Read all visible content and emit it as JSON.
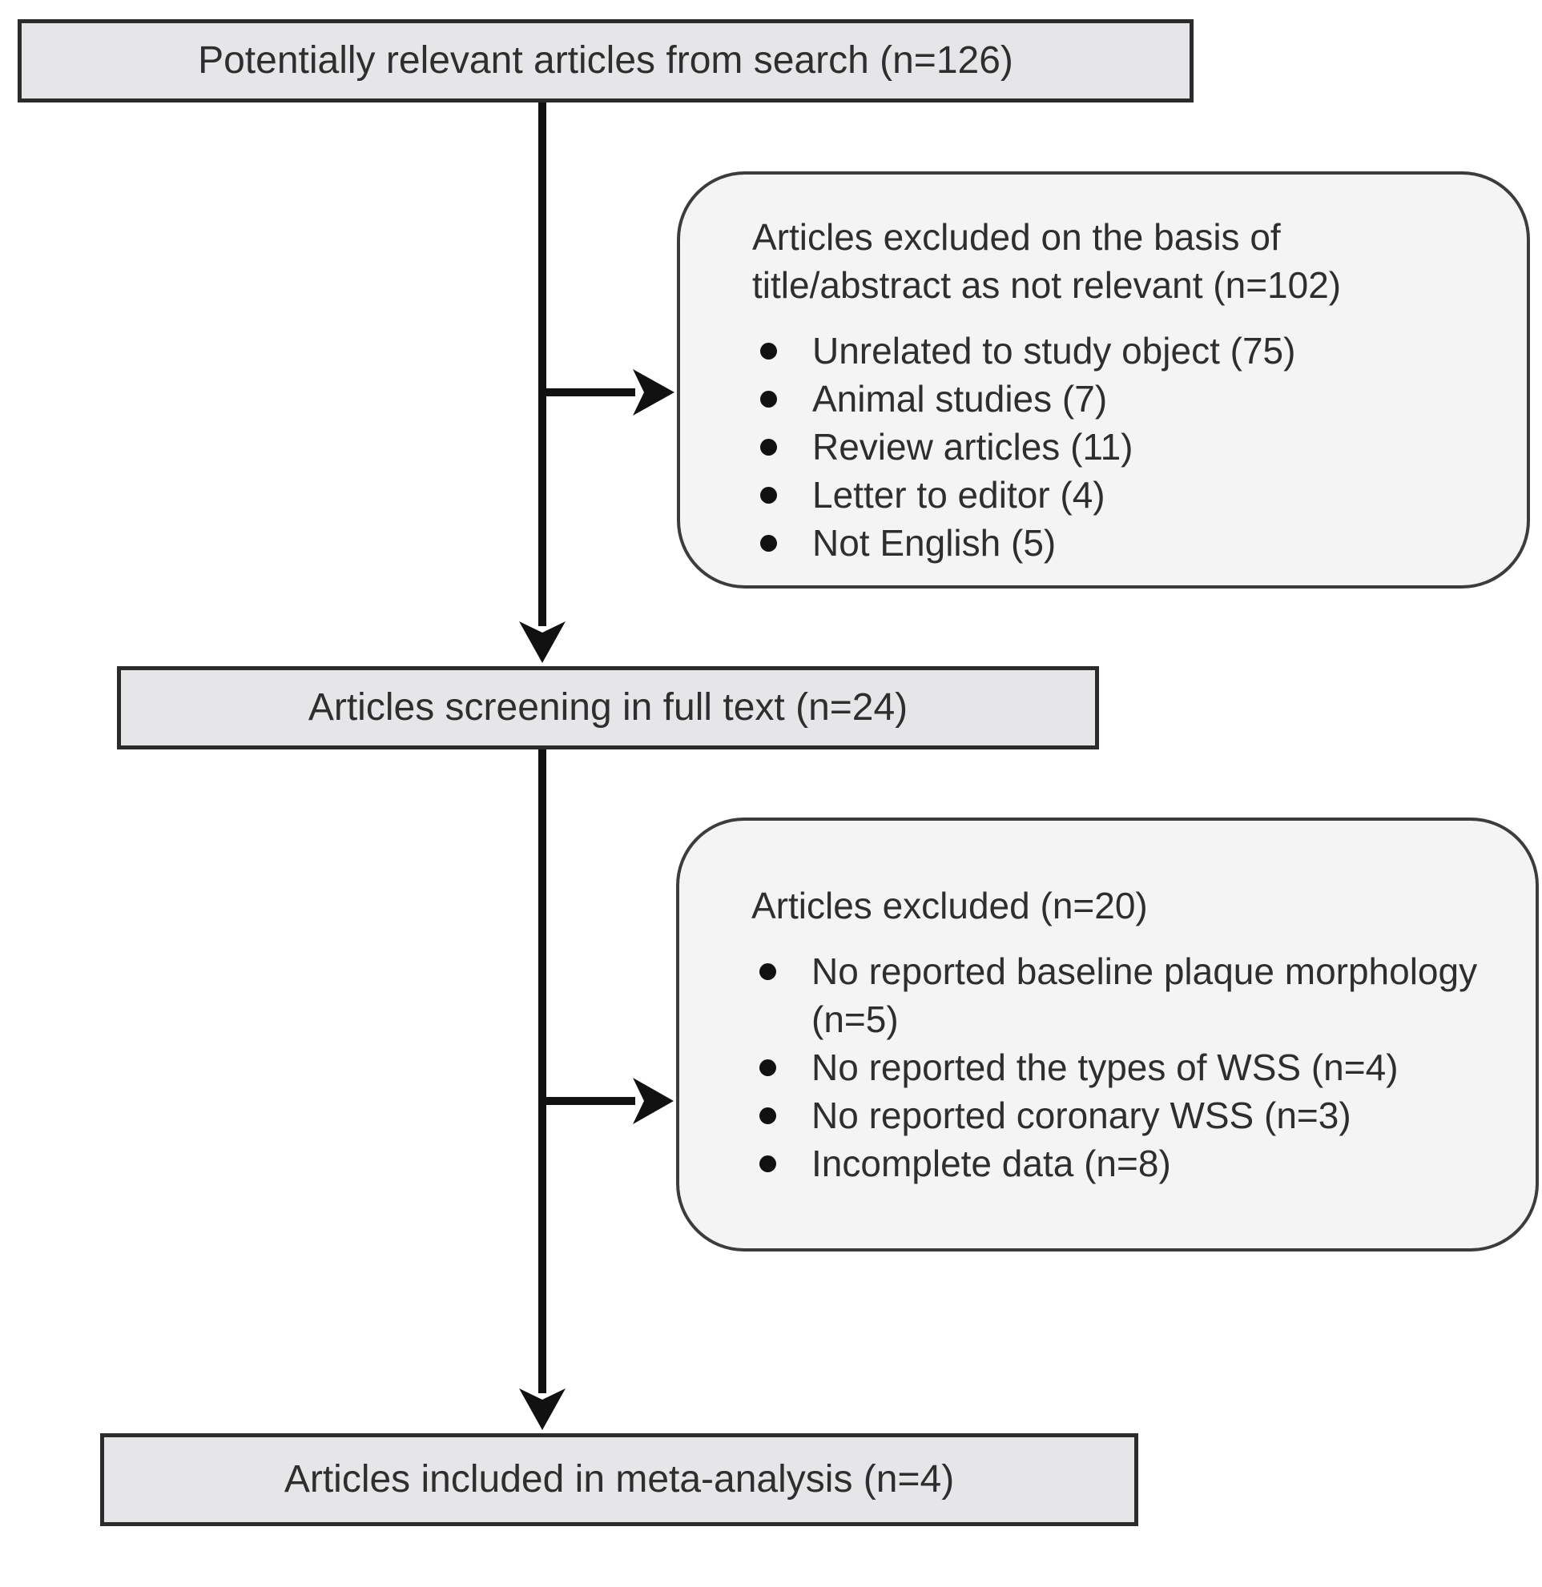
{
  "colors": {
    "background": "#ffffff",
    "box_fill": "#e6e6e8",
    "rounded_box_fill": "#f4f4f4",
    "box_border": "#2b2b2b",
    "rounded_box_border": "#3c3c3c",
    "arrow": "#111111",
    "text": "#2e2e2e"
  },
  "flow": {
    "search": {
      "label": "Potentially relevant articles from search (n=126)"
    },
    "exclusion_title_abstract": {
      "title_lines": [
        "Articles excluded on the basis of",
        "title/abstract as not relevant (n=102)"
      ],
      "items": [
        "Unrelated to study object (75)",
        "Animal studies (7)",
        "Review articles (11)",
        "Letter to editor (4)",
        "Not English (5)"
      ]
    },
    "screening": {
      "label": "Articles screening in full text (n=24)"
    },
    "exclusion_full_text": {
      "title": "Articles excluded (n=20)",
      "items": [
        "No reported baseline plaque morphology (n=5)",
        "No reported the types of WSS (n=4)",
        "No reported coronary WSS (n=3)",
        "Incomplete data (n=8)"
      ]
    },
    "included": {
      "label": "Articles included in meta-analysis (n=4)"
    }
  }
}
